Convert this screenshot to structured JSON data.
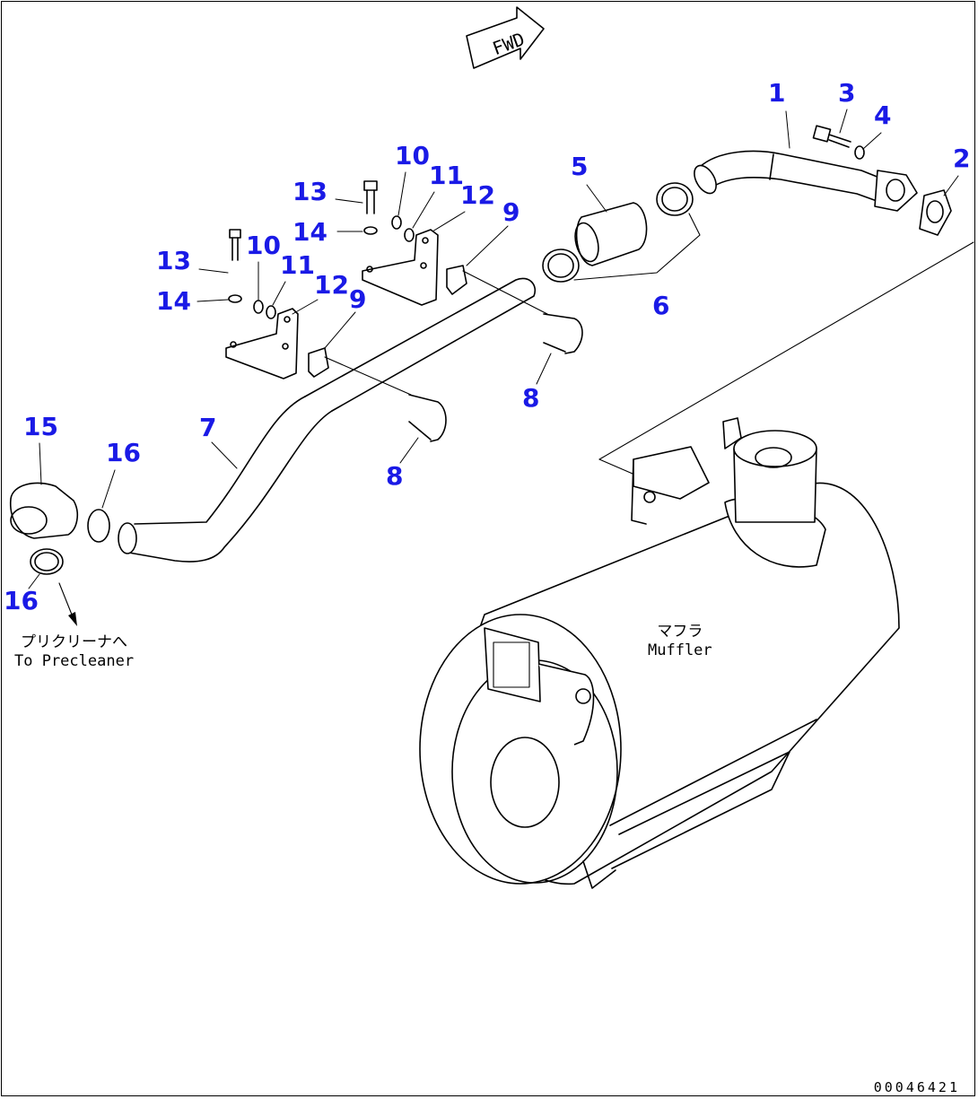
{
  "callouts": {
    "n1": "1",
    "n2": "2",
    "n3": "3",
    "n4": "4",
    "n5": "5",
    "n6": "6",
    "n7": "7",
    "n8a": "8",
    "n8b": "8",
    "n9a": "9",
    "n9b": "9",
    "n10a": "10",
    "n10b": "10",
    "n11a": "11",
    "n11b": "11",
    "n12a": "12",
    "n12b": "12",
    "n13a": "13",
    "n13b": "13",
    "n14a": "14",
    "n14b": "14",
    "n15": "15",
    "n16a": "16",
    "n16b": "16"
  },
  "labels": {
    "fwd": "FWD",
    "muffler_jp": "マフラ",
    "muffler_en": "Muffler",
    "precleaner_jp": "プリクリーナへ",
    "precleaner_en": "To Precleaner",
    "drawing_id": "00046421"
  },
  "colors": {
    "callout": "#1a1ae6",
    "line": "#000000",
    "background": "#ffffff"
  }
}
